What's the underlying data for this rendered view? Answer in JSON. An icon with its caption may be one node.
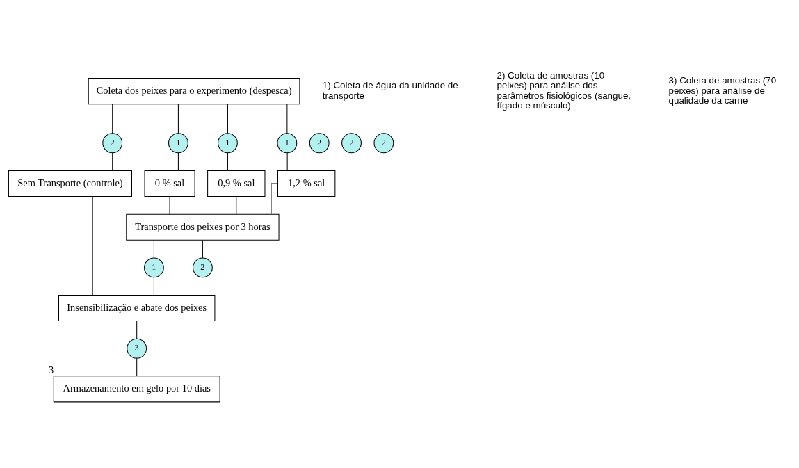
{
  "diagram": {
    "nodes": [
      {
        "text": [
          "Coleta dos peixes para o experimento (despesca)"
        ]
      },
      {
        "text": [
          "2"
        ]
      },
      {
        "text": [
          "1"
        ]
      },
      {
        "text": [
          "2"
        ]
      },
      {
        "text": [
          "1"
        ]
      },
      {
        "text": [
          "2"
        ]
      },
      {
        "text": [
          "1"
        ]
      },
      {
        "text": [
          "2"
        ]
      },
      {
        "text": [
          "Sem Transporte (controle)"
        ]
      },
      {
        "text": [
          "0 % sal"
        ]
      },
      {
        "text": [
          "0,9 % sal"
        ]
      },
      {
        "text": [
          "1,2 % sal"
        ]
      },
      {
        "text": [
          "Transporte dos peixes por 3 horas"
        ]
      },
      {
        "text": [
          "1"
        ]
      },
      {
        "text": [
          "2"
        ]
      },
      {
        "text": [
          "Insensibilização e abate dos peixes"
        ]
      },
      {
        "text": [
          "3"
        ]
      },
      {
        "text": [
          "Armazenamento em gelo por 10 dias"
        ],
        "beside": [
          "3"
        ]
      }
    ],
    "edges": [
      {
        "from": 0,
        "to": 1,
        "arrow": "none"
      },
      {
        "from": 0,
        "to": 2,
        "arrow": "none"
      },
      {
        "from": 0,
        "to": 4,
        "arrow": "none"
      },
      {
        "from": 0,
        "to": 6,
        "arrow": "none"
      },
      {
        "from": 1,
        "to": 8,
        "arrow": "none"
      },
      {
        "from": 2,
        "to": 9,
        "arrow": "none"
      },
      {
        "from": 4,
        "to": 10,
        "arrow": "none"
      },
      {
        "from": 6,
        "to": 11,
        "arrow": "none"
      },
      {
        "from": 9,
        "to": 12,
        "arrow": "none"
      },
      {
        "from": 10,
        "to": 12,
        "arrow": "none"
      },
      {
        "from": 11,
        "to": 12,
        "arrow": "none"
      },
      {
        "from": 12,
        "to": 13,
        "arrow": "none"
      },
      {
        "from": 12,
        "to": 14,
        "arrow": "none"
      },
      {
        "from": 13,
        "to": 15,
        "arrow": "none"
      },
      {
        "from": 8,
        "to": 15,
        "arrow": "none"
      },
      {
        "from": 15,
        "to": 16,
        "arrow": "none"
      },
      {
        "from": 16,
        "to": 17,
        "arrow": "none"
      }
    ],
    "labels": [
      "1) Coleta de água da unidade de transporte",
      "2) Coleta de amostras (10 peixes) para análise dos parâmetros fisiológicos (sangue, fígado e músculo)",
      "3) Coleta de amostras (70 peixes) para análise de qualidade da carne"
    ]
  }
}
